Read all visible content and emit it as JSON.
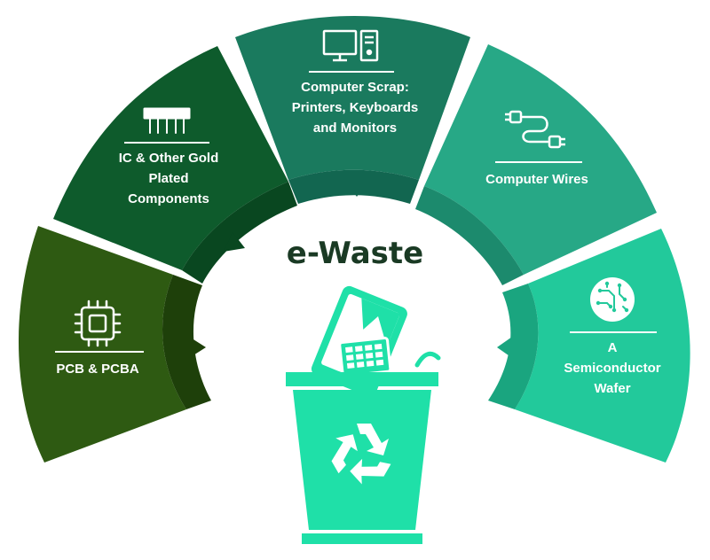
{
  "title": "e-Waste",
  "segments": [
    {
      "id": "pcb",
      "lines": [
        "PCB & PCBA"
      ],
      "icon": "chip-icon",
      "color": "#2e5a12"
    },
    {
      "id": "ic",
      "lines": [
        "IC & Other Gold",
        "Plated",
        "Components"
      ],
      "icon": "ic-component-icon",
      "color": "#0e5b2c"
    },
    {
      "id": "scrap",
      "lines": [
        "Computer Scrap:",
        "Printers, Keyboards",
        "and Monitors"
      ],
      "icon": "computer-icon",
      "color": "#1a7a5e"
    },
    {
      "id": "wires",
      "lines": [
        "Computer Wires"
      ],
      "icon": "cable-icon",
      "color": "#27a886"
    },
    {
      "id": "wafer",
      "lines": [
        "A",
        "Semiconductor",
        "Wafer"
      ],
      "icon": "circuit-wafer-icon",
      "color": "#22c99b"
    }
  ],
  "bin_color": "#1fe0a8",
  "recycle_icon": "recycle-icon"
}
